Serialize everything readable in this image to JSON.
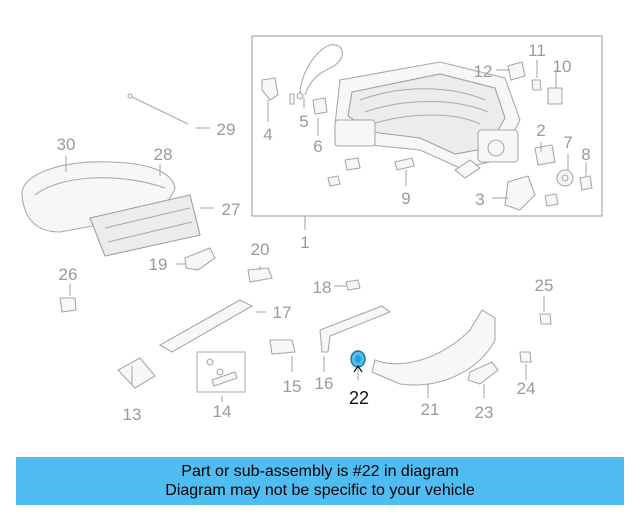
{
  "labels": {
    "p1": "1",
    "p2": "2",
    "p3": "3",
    "p4": "4",
    "p5": "5",
    "p6": "6",
    "p7": "7",
    "p8": "8",
    "p9": "9",
    "p10": "10",
    "p11": "11",
    "p12": "12",
    "p13": "13",
    "p14": "14",
    "p15": "15",
    "p16": "16",
    "p17": "17",
    "p18": "18",
    "p19": "19",
    "p20": "20",
    "p21": "21",
    "p22": "22",
    "p23": "23",
    "p24": "24",
    "p25": "25",
    "p26": "26",
    "p27": "27",
    "p28": "28",
    "p29": "29",
    "p30": "30"
  },
  "highlighted_part": "22",
  "colors": {
    "highlight": "#4fbdf2",
    "part_line": "#a9a9a9",
    "label": "#9a9a9a"
  },
  "banner": {
    "line1": "Part or sub-assembly is #22 in diagram",
    "line2": "Diagram may not be specific to your vehicle"
  }
}
